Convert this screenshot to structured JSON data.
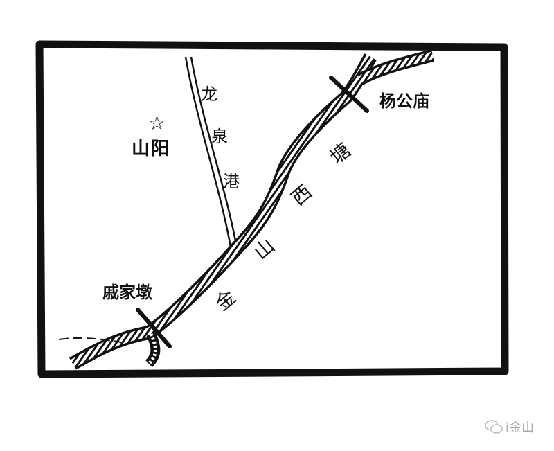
{
  "map": {
    "places": {
      "shanyang": "山阳",
      "yanggongmiao": "杨公庙",
      "qijiadun": "戚家墩"
    },
    "waterways": {
      "longquangang": [
        "龙",
        "泉",
        "港"
      ],
      "jinshanxitang": [
        "金",
        "山",
        "西",
        "塘"
      ]
    },
    "symbols": {
      "capital_star": "☆"
    }
  },
  "watermark": {
    "icon": "wechat-icon",
    "text": "i金山"
  },
  "colors": {
    "ink": "#111111",
    "paper": "#ffffff",
    "watermark": "#aaaaaa"
  }
}
